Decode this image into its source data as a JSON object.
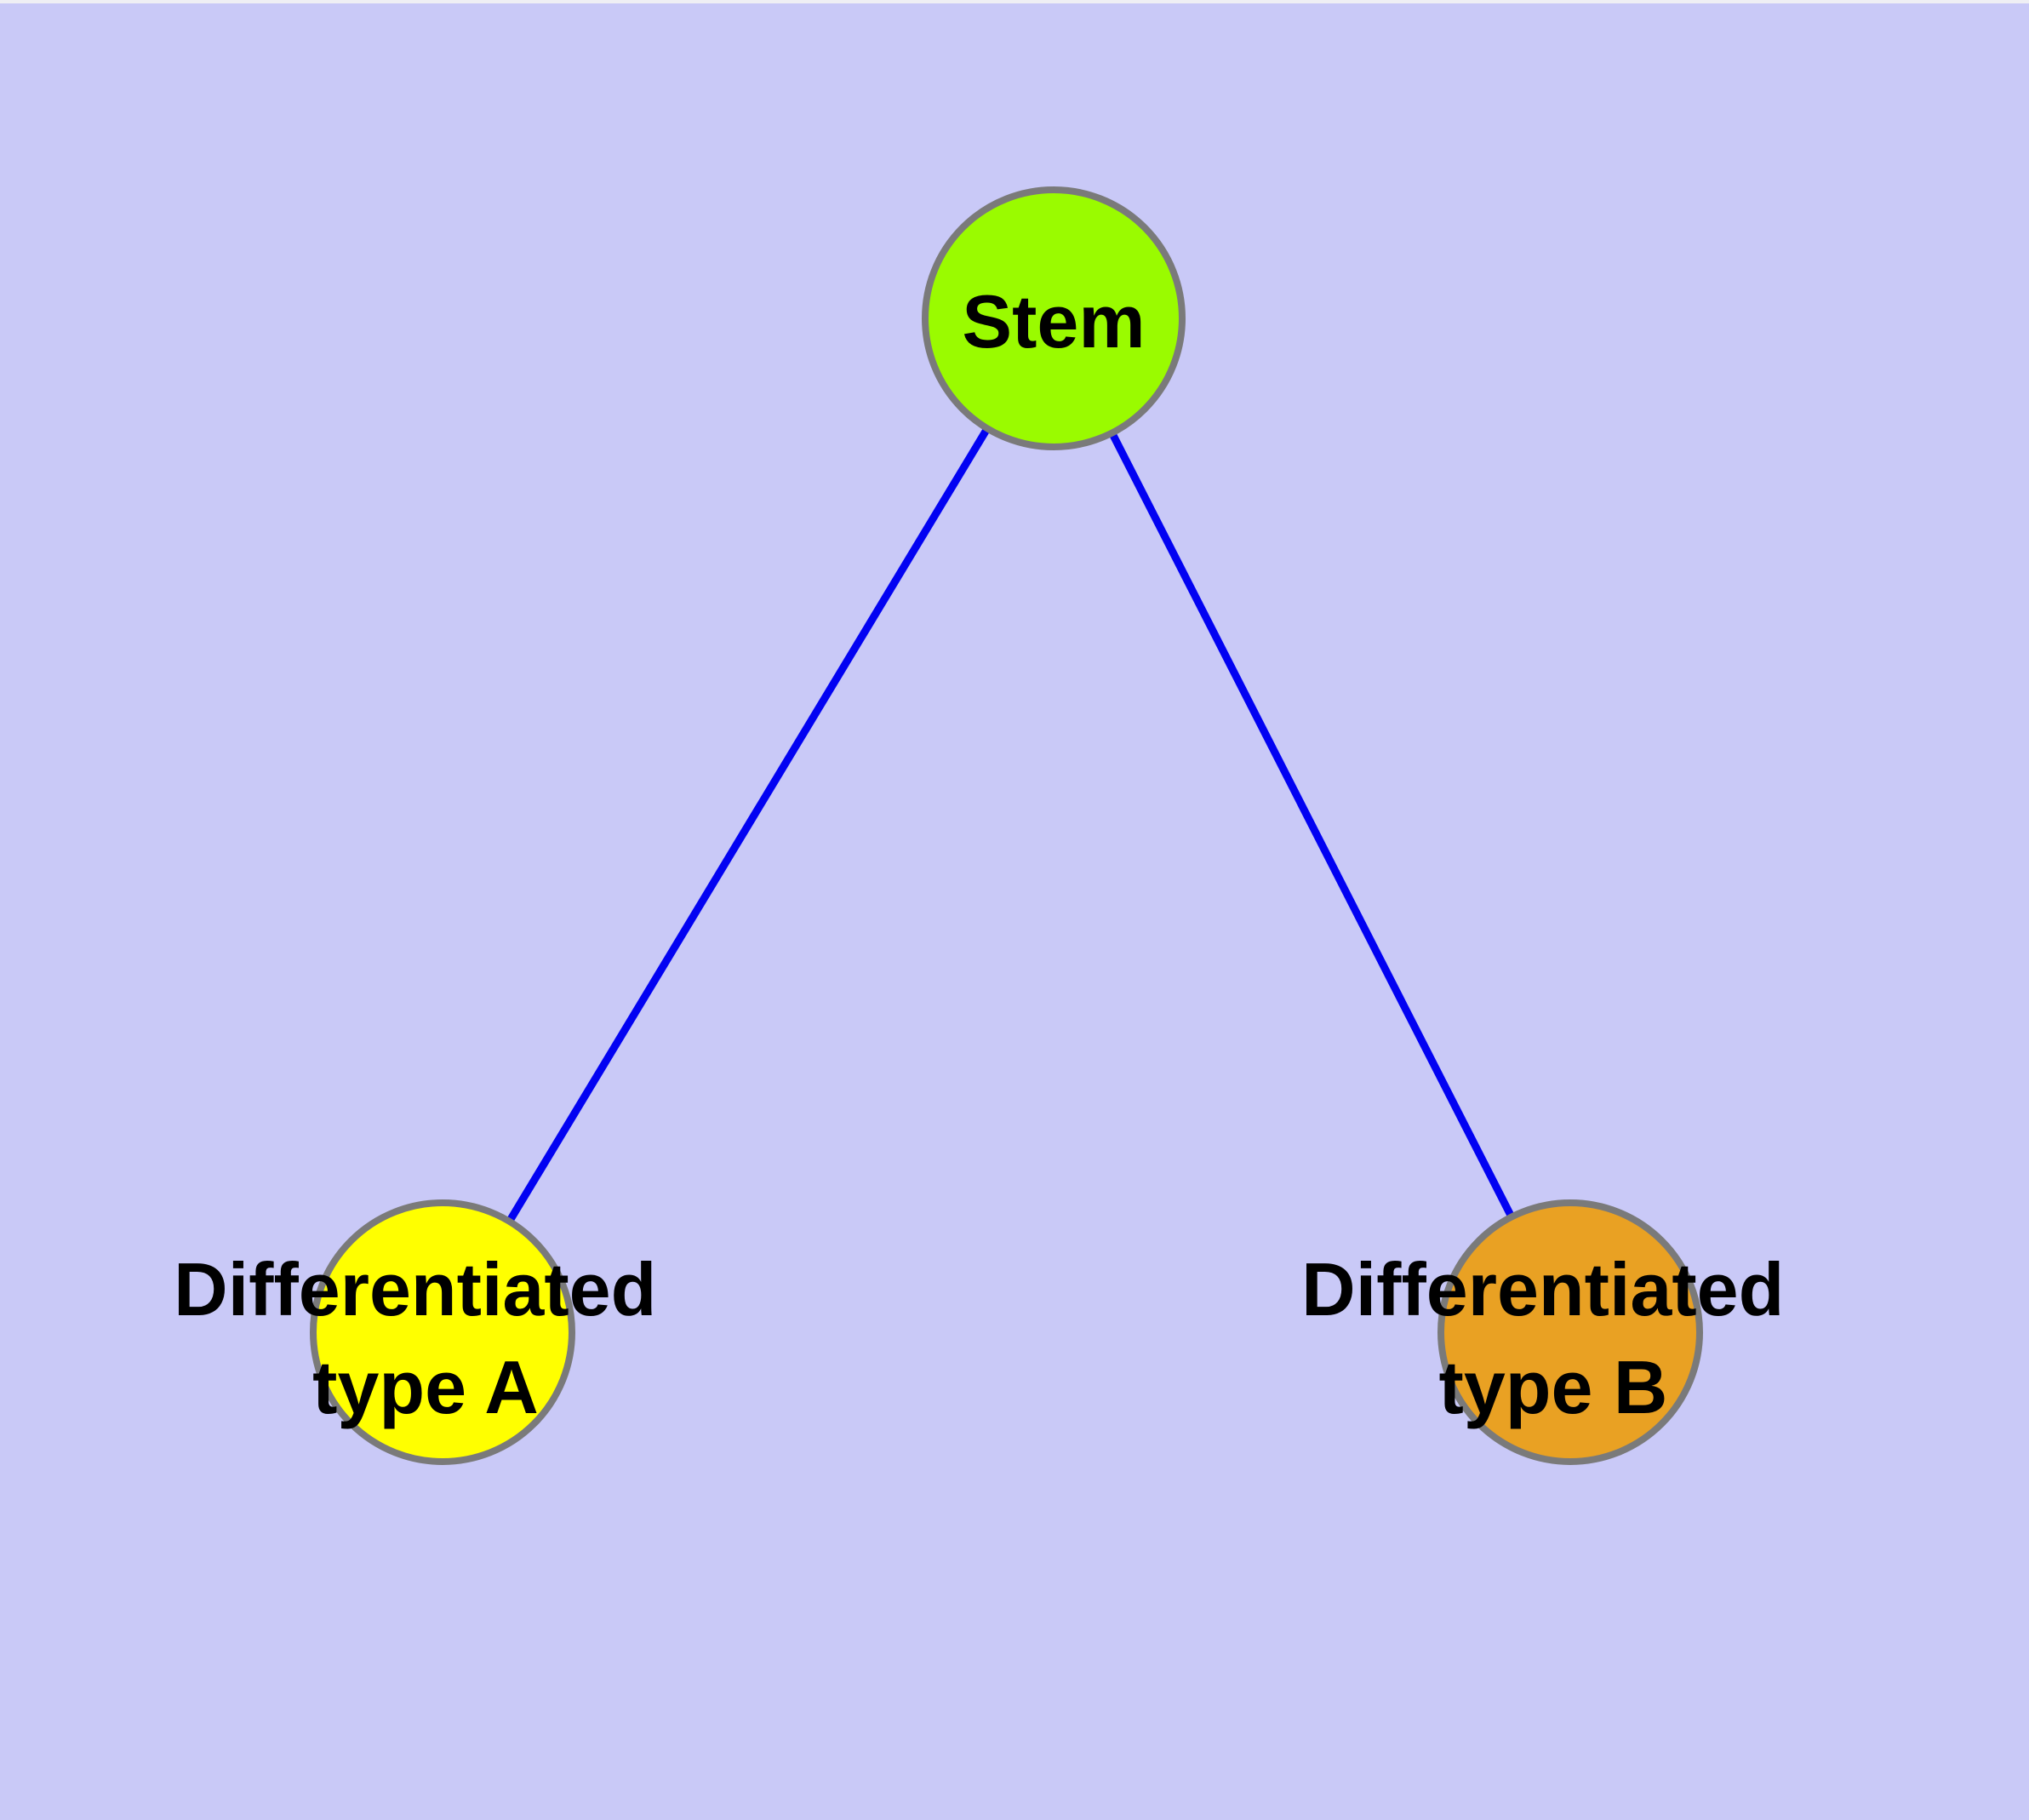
{
  "canvas": {
    "background_color": "#C9C9F7",
    "top_strip_color": "#EFEFF4",
    "node_border_color": "#7A7A7A",
    "edge_color": "#0202F2",
    "label_color": "#000000"
  },
  "nodes": {
    "stem": {
      "label": "Stem",
      "fill": "#9AFB00"
    },
    "type_a": {
      "label_line1": "Differentiated",
      "label_line2": "type A",
      "fill": "#FFFF00"
    },
    "type_b": {
      "label_line1": "Differentiated",
      "label_line2": "type B",
      "fill": "#E9A123"
    }
  },
  "edges": [
    {
      "from": "Stem",
      "to": "Differentiated type A"
    },
    {
      "from": "Stem",
      "to": "Differentiated type B"
    }
  ]
}
